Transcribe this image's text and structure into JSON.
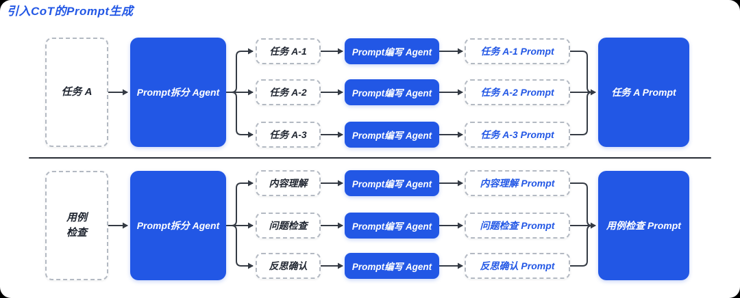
{
  "page": {
    "title": "引入CoT的Prompt生成",
    "accent_color": "#2257e5",
    "background_color": "#000000",
    "arrow_color": "#343a43"
  },
  "diagram": {
    "rows": [
      {
        "source": "任务 A",
        "splitter": "Prompt拆分 Agent",
        "branches": [
          {
            "task": "任务 A-1",
            "agent": "Prompt编写 Agent",
            "output": "任务 A-1 Prompt"
          },
          {
            "task": "任务 A-2",
            "agent": "Prompt编写 Agent",
            "output": "任务 A-2 Prompt"
          },
          {
            "task": "任务 A-3",
            "agent": "Prompt编写 Agent",
            "output": "任务 A-3 Prompt"
          }
        ],
        "result": "任务 A Prompt"
      },
      {
        "source": "用例\n检查",
        "splitter": "Prompt拆分 Agent",
        "branches": [
          {
            "task": "内容理解",
            "agent": "Prompt编写 Agent",
            "output": "内容理解 Prompt"
          },
          {
            "task": "问题检查",
            "agent": "Prompt编写 Agent",
            "output": "问题检查 Prompt"
          },
          {
            "task": "反思确认",
            "agent": "Prompt编写 Agent",
            "output": "反思确认 Prompt"
          }
        ],
        "result": "用例检查 Prompt"
      }
    ]
  }
}
